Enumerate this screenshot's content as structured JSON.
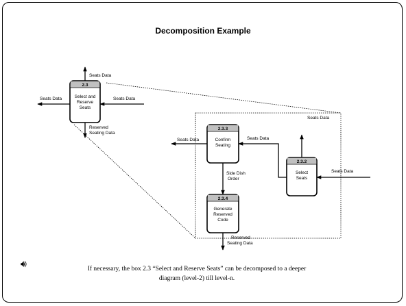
{
  "title": "Decomposition Example",
  "icons": {
    "speaker": "speaker-icon"
  },
  "process_2_3": {
    "id": "2.3",
    "name_lines": [
      "Select  and",
      "Reserve",
      "Seats"
    ]
  },
  "process_2_3_3": {
    "id": "2.3.3",
    "name_lines": [
      "Confirm",
      "Seating"
    ]
  },
  "process_2_3_2": {
    "id": "2.3.2",
    "name_lines": [
      "Select",
      "Seats"
    ]
  },
  "process_2_3_4": {
    "id": "2.3.4",
    "name_lines": [
      "Generate",
      "Reserved",
      "Code"
    ]
  },
  "flows": {
    "top_seats_data": "Seats Data",
    "left_seats_data": "Seats Data",
    "in_seats_data": "Seats Data",
    "reserved_seating_lines": [
      "Reserved",
      "Seating Data"
    ],
    "box_top_seats_data": "Seats Data",
    "confirm_out_seats_data": "Seats Data",
    "select_to_confirm_seats_data": "Seats Data",
    "right_in_seats_data": "Seats Data",
    "side_dish_lines": [
      "Side Dish",
      "Order"
    ],
    "bottom_reserved_lines": [
      "Reserved",
      "Seating Data"
    ]
  },
  "caption_lines": [
    "If necessary, the box 2.3 “Select  and Reserve Seats” can be decomposed to a deeper",
    "diagram (level-2) till level-n."
  ]
}
